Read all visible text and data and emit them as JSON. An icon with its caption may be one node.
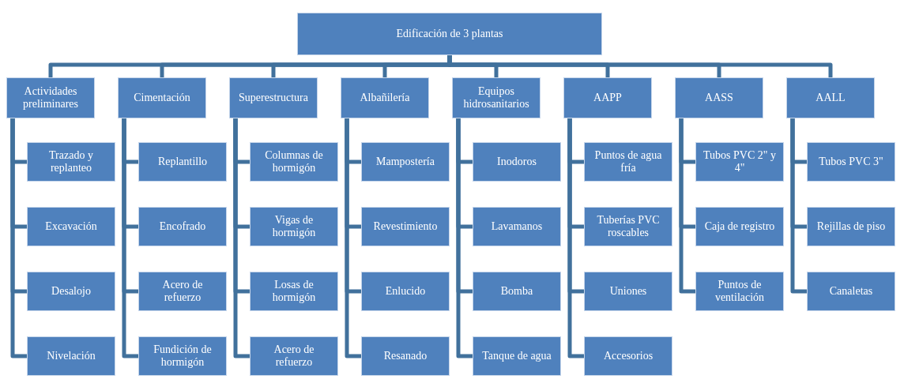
{
  "diagram": {
    "nodes": [
      {
        "text": [
          "Edificación de 3 plantas"
        ]
      },
      {
        "text": [
          "Actividades preliminares"
        ]
      },
      {
        "text": [
          "Trazado y replanteo"
        ]
      },
      {
        "text": [
          "Excavación"
        ]
      },
      {
        "text": [
          "Desalojo"
        ]
      },
      {
        "text": [
          "Nivelación"
        ]
      },
      {
        "text": [
          "Cimentación"
        ]
      },
      {
        "text": [
          "Replantillo"
        ]
      },
      {
        "text": [
          "Encofrado"
        ]
      },
      {
        "text": [
          "Acero de refuerzo"
        ]
      },
      {
        "text": [
          "Fundición de hormigón"
        ]
      },
      {
        "text": [
          "Superestructura"
        ]
      },
      {
        "text": [
          "Columnas de hormigón"
        ]
      },
      {
        "text": [
          "Vigas de hormigón"
        ]
      },
      {
        "text": [
          "Losas de hormigón"
        ]
      },
      {
        "text": [
          "Acero de refuerzo"
        ]
      },
      {
        "text": [
          "Albañilería"
        ]
      },
      {
        "text": [
          "Mampostería"
        ]
      },
      {
        "text": [
          "Revestimiento"
        ]
      },
      {
        "text": [
          "Enlucido"
        ]
      },
      {
        "text": [
          "Resanado"
        ]
      },
      {
        "text": [
          "Equipos hidrosanitarios"
        ]
      },
      {
        "text": [
          "Inodoros"
        ]
      },
      {
        "text": [
          "Lavamanos"
        ]
      },
      {
        "text": [
          "Bomba"
        ]
      },
      {
        "text": [
          "Tanque de agua"
        ]
      },
      {
        "text": [
          "AAPP"
        ]
      },
      {
        "text": [
          "Puntos de agua fría"
        ]
      },
      {
        "text": [
          "Tuberías PVC roscables"
        ]
      },
      {
        "text": [
          "Uniones"
        ]
      },
      {
        "text": [
          "Accesorios"
        ]
      },
      {
        "text": [
          "AASS"
        ]
      },
      {
        "text": [
          "Tubos PVC 2\" y 4\""
        ]
      },
      {
        "text": [
          "Caja de registro"
        ]
      },
      {
        "text": [
          "Puntos de ventilación"
        ]
      },
      {
        "text": [
          "AALL"
        ]
      },
      {
        "text": [
          "Tubos PVC 3\""
        ]
      },
      {
        "text": [
          "Rejillas de piso"
        ]
      },
      {
        "text": [
          "Canaletas"
        ]
      }
    ],
    "edges": [
      {
        "from": 0,
        "to": 1,
        "arrow": "none"
      },
      {
        "from": 0,
        "to": 6,
        "arrow": "none"
      },
      {
        "from": 0,
        "to": 11,
        "arrow": "none"
      },
      {
        "from": 0,
        "to": 16,
        "arrow": "none"
      },
      {
        "from": 0,
        "to": 21,
        "arrow": "none"
      },
      {
        "from": 0,
        "to": 26,
        "arrow": "none"
      },
      {
        "from": 0,
        "to": 31,
        "arrow": "none"
      },
      {
        "from": 0,
        "to": 35,
        "arrow": "none"
      },
      {
        "from": 1,
        "to": 2,
        "arrow": "none"
      },
      {
        "from": 1,
        "to": 3,
        "arrow": "none"
      },
      {
        "from": 1,
        "to": 4,
        "arrow": "none"
      },
      {
        "from": 1,
        "to": 5,
        "arrow": "none"
      },
      {
        "from": 6,
        "to": 7,
        "arrow": "none"
      },
      {
        "from": 6,
        "to": 8,
        "arrow": "none"
      },
      {
        "from": 6,
        "to": 9,
        "arrow": "none"
      },
      {
        "from": 6,
        "to": 10,
        "arrow": "none"
      },
      {
        "from": 11,
        "to": 12,
        "arrow": "none"
      },
      {
        "from": 11,
        "to": 13,
        "arrow": "none"
      },
      {
        "from": 11,
        "to": 14,
        "arrow": "none"
      },
      {
        "from": 11,
        "to": 15,
        "arrow": "none"
      },
      {
        "from": 16,
        "to": 17,
        "arrow": "none"
      },
      {
        "from": 16,
        "to": 18,
        "arrow": "none"
      },
      {
        "from": 16,
        "to": 19,
        "arrow": "none"
      },
      {
        "from": 16,
        "to": 20,
        "arrow": "none"
      },
      {
        "from": 21,
        "to": 22,
        "arrow": "none"
      },
      {
        "from": 21,
        "to": 23,
        "arrow": "none"
      },
      {
        "from": 21,
        "to": 24,
        "arrow": "none"
      },
      {
        "from": 21,
        "to": 25,
        "arrow": "none"
      },
      {
        "from": 26,
        "to": 27,
        "arrow": "none"
      },
      {
        "from": 26,
        "to": 28,
        "arrow": "none"
      },
      {
        "from": 26,
        "to": 29,
        "arrow": "none"
      },
      {
        "from": 26,
        "to": 30,
        "arrow": "none"
      },
      {
        "from": 31,
        "to": 32,
        "arrow": "none"
      },
      {
        "from": 31,
        "to": 33,
        "arrow": "none"
      },
      {
        "from": 31,
        "to": 34,
        "arrow": "none"
      },
      {
        "from": 35,
        "to": 36,
        "arrow": "none"
      },
      {
        "from": 35,
        "to": 37,
        "arrow": "none"
      },
      {
        "from": 35,
        "to": 38,
        "arrow": "none"
      }
    ]
  }
}
